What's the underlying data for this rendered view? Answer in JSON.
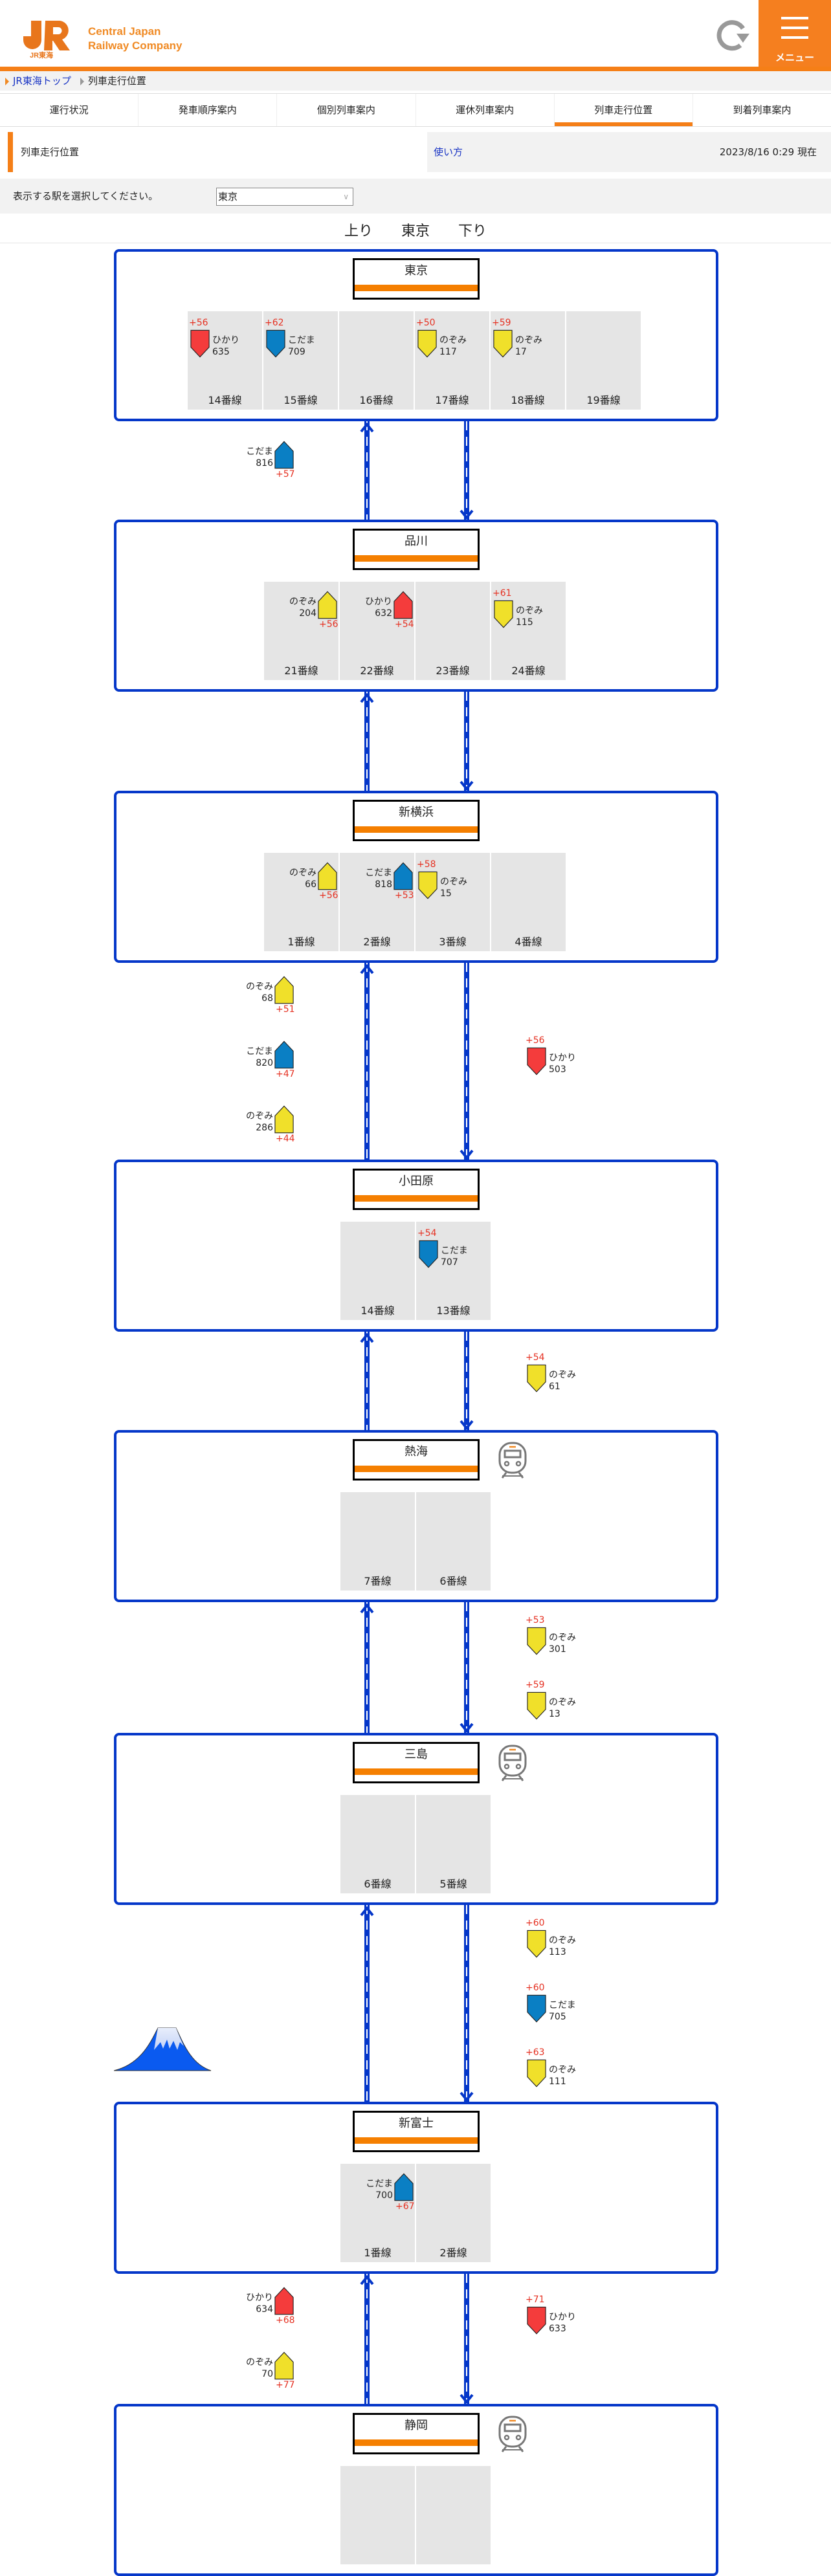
{
  "header": {
    "logo_alt": "JR東海",
    "company_line1": "Central Japan",
    "company_line2": "Railway Company",
    "logo_sub": "JR東海",
    "reload_icon": "reload-icon",
    "menu_label": "メニュー"
  },
  "breadcrumb": {
    "home": "JR東海トップ",
    "current": "列車走行位置"
  },
  "tabs": [
    {
      "label": "運行状況",
      "active": false
    },
    {
      "label": "発車順序案内",
      "active": false
    },
    {
      "label": "個別列車案内",
      "active": false
    },
    {
      "label": "運休列車案内",
      "active": false
    },
    {
      "label": "列車走行位置",
      "active": true
    },
    {
      "label": "到着列車案内",
      "active": false
    }
  ],
  "page": {
    "title": "列車走行位置",
    "howto": "使い方",
    "timestamp": "2023/8/16 0:29 現在"
  },
  "selector": {
    "label": "表示する駅を選択してください。",
    "value": "東京"
  },
  "direction": {
    "up": "上り",
    "station": "東京",
    "down": "下り"
  },
  "colors": {
    "accent": "#f57f17",
    "line_blue": "#0537c9",
    "nozomi": "#f0e02a",
    "hikari": "#f43c3c",
    "kodama": "#0a7fc4",
    "delay": "#e53122"
  },
  "stations": [
    {
      "name": "東京",
      "has_train_icon": false,
      "platforms": [
        {
          "label": "14番線",
          "train": {
            "type": "ひかり",
            "number": "635",
            "delay": "+56",
            "dir": "down"
          }
        },
        {
          "label": "15番線",
          "train": {
            "type": "こだま",
            "number": "709",
            "delay": "+62",
            "dir": "down"
          }
        },
        {
          "label": "16番線",
          "train": null
        },
        {
          "label": "17番線",
          "train": {
            "type": "のぞみ",
            "number": "117",
            "delay": "+50",
            "dir": "down"
          }
        },
        {
          "label": "18番線",
          "train": {
            "type": "のぞみ",
            "number": "17",
            "delay": "+59",
            "dir": "down"
          }
        },
        {
          "label": "19番線",
          "train": null
        }
      ]
    },
    {
      "name": "品川",
      "has_train_icon": false,
      "platforms": [
        {
          "label": "21番線",
          "train": {
            "type": "のぞみ",
            "number": "204",
            "delay": "+56",
            "dir": "up"
          }
        },
        {
          "label": "22番線",
          "train": {
            "type": "ひかり",
            "number": "632",
            "delay": "+54",
            "dir": "up"
          }
        },
        {
          "label": "23番線",
          "train": null
        },
        {
          "label": "24番線",
          "train": {
            "type": "のぞみ",
            "number": "115",
            "delay": "+61",
            "dir": "down"
          }
        }
      ]
    },
    {
      "name": "新横浜",
      "has_train_icon": false,
      "platforms": [
        {
          "label": "1番線",
          "train": {
            "type": "のぞみ",
            "number": "66",
            "delay": "+56",
            "dir": "up"
          }
        },
        {
          "label": "2番線",
          "train": {
            "type": "こだま",
            "number": "818",
            "delay": "+53",
            "dir": "up"
          }
        },
        {
          "label": "3番線",
          "train": {
            "type": "のぞみ",
            "number": "15",
            "delay": "+58",
            "dir": "down"
          }
        },
        {
          "label": "4番線",
          "train": null
        }
      ]
    },
    {
      "name": "小田原",
      "has_train_icon": false,
      "platforms": [
        {
          "label": "14番線",
          "train": null
        },
        {
          "label": "13番線",
          "train": {
            "type": "こだま",
            "number": "707",
            "delay": "+54",
            "dir": "down"
          }
        }
      ]
    },
    {
      "name": "熱海",
      "has_train_icon": true,
      "platforms": [
        {
          "label": "7番線",
          "train": null
        },
        {
          "label": "6番線",
          "train": null
        }
      ]
    },
    {
      "name": "三島",
      "has_train_icon": true,
      "platforms": [
        {
          "label": "6番線",
          "train": null
        },
        {
          "label": "5番線",
          "train": null
        }
      ]
    },
    {
      "name": "新富士",
      "has_train_icon": false,
      "platforms": [
        {
          "label": "1番線",
          "train": {
            "type": "こだま",
            "number": "700",
            "delay": "+67",
            "dir": "up"
          }
        },
        {
          "label": "2番線",
          "train": null
        }
      ]
    },
    {
      "name": "静岡",
      "has_train_icon": true,
      "platforms": [
        {
          "label": "",
          "train": null
        },
        {
          "label": "",
          "train": null
        }
      ]
    }
  ],
  "between": [
    {
      "up": [
        {
          "type": "こだま",
          "number": "816",
          "delay": "+57"
        }
      ],
      "down": []
    },
    {
      "up": [],
      "down": []
    },
    {
      "up": [
        {
          "type": "のぞみ",
          "number": "68",
          "delay": "+51"
        },
        {
          "type": "こだま",
          "number": "820",
          "delay": "+47"
        },
        {
          "type": "のぞみ",
          "number": "286",
          "delay": "+44"
        }
      ],
      "down": [
        {
          "type": "ひかり",
          "number": "503",
          "delay": "+56"
        }
      ]
    },
    {
      "up": [],
      "down": [
        {
          "type": "のぞみ",
          "number": "61",
          "delay": "+54"
        }
      ]
    },
    {
      "up": [],
      "down": [
        {
          "type": "のぞみ",
          "number": "301",
          "delay": "+53"
        },
        {
          "type": "のぞみ",
          "number": "13",
          "delay": "+59"
        }
      ]
    },
    {
      "up": [],
      "down": [
        {
          "type": "のぞみ",
          "number": "113",
          "delay": "+60"
        },
        {
          "type": "こだま",
          "number": "705",
          "delay": "+60"
        },
        {
          "type": "のぞみ",
          "number": "111",
          "delay": "+63"
        }
      ]
    },
    {
      "up": [
        {
          "type": "ひかり",
          "number": "634",
          "delay": "+68"
        },
        {
          "type": "のぞみ",
          "number": "70",
          "delay": "+77"
        }
      ],
      "down": [
        {
          "type": "ひかり",
          "number": "633",
          "delay": "+71"
        }
      ]
    }
  ],
  "decorations": {
    "fuji": "mount-fuji-icon"
  }
}
